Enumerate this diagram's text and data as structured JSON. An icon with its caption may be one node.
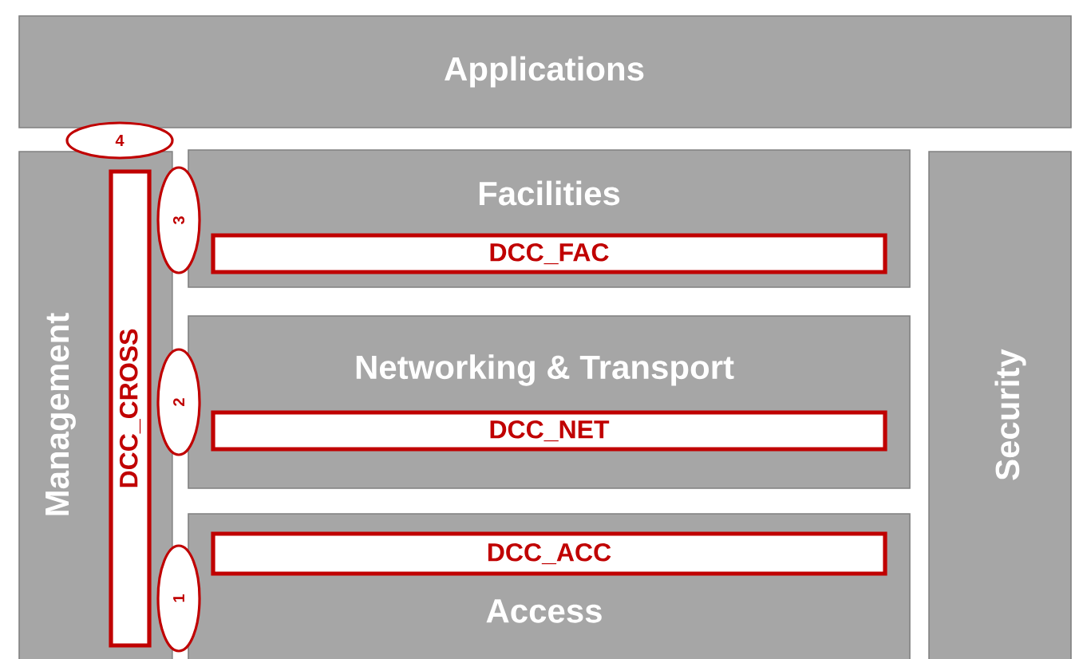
{
  "diagram": {
    "nodes": [
      {
        "text": [
          "Applications"
        ]
      },
      {
        "text": [
          "4"
        ]
      },
      {
        "text": [
          "Management"
        ]
      },
      {
        "text": [
          "DCC_CROSS"
        ],
        "in": 2
      },
      {
        "text": [
          "3"
        ]
      },
      {
        "text": [
          "Facilities"
        ]
      },
      {
        "text": [
          "DCC_FAC"
        ],
        "in": 5
      },
      {
        "text": [
          "2"
        ]
      },
      {
        "text": [
          "Networking & Transport"
        ]
      },
      {
        "text": [
          "DCC_NET"
        ],
        "in": 8
      },
      {
        "text": [
          "1"
        ]
      },
      {
        "text": [
          "Access"
        ]
      },
      {
        "text": [
          "DCC_ACC"
        ],
        "in": 11
      },
      {
        "text": [
          "Security"
        ]
      }
    ]
  }
}
